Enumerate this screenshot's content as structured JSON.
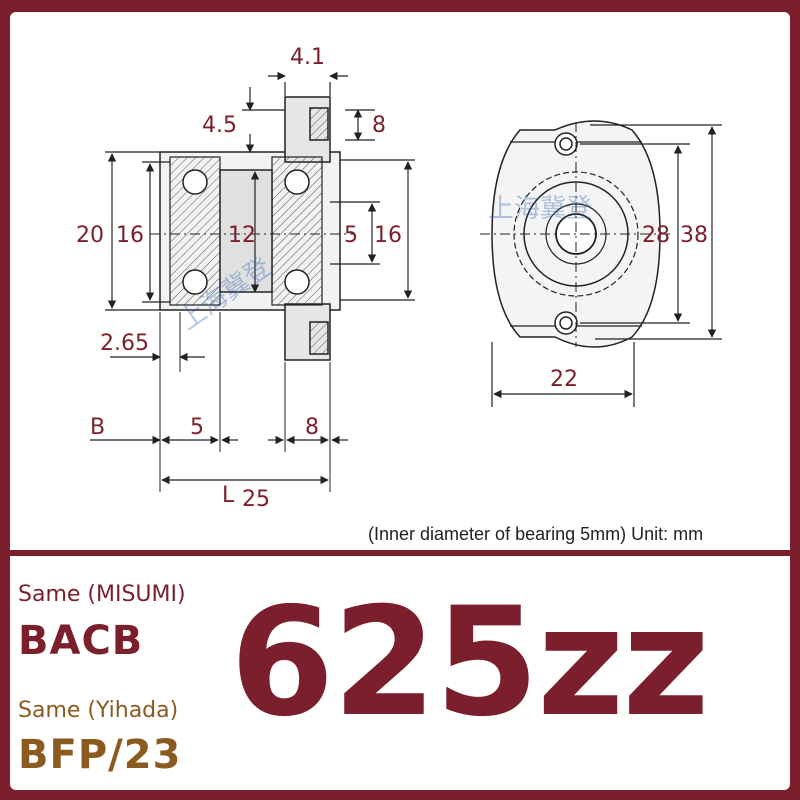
{
  "drawing": {
    "dims": {
      "flange_gap": "4.1",
      "step": "4.5",
      "flange_height": "8",
      "outer_height": "20",
      "bore_height": "16",
      "center_width": "12",
      "inner_diameter": "5",
      "right_height": "16",
      "offset": "2.65",
      "b_label": "B",
      "b_width": "5",
      "flange_width": "8",
      "l_label": "L",
      "l_length": "25",
      "pcd": "28",
      "overall_height": "38",
      "width": "22"
    },
    "watermark": "上海冀登"
  },
  "unit_note": "(Inner diameter of bearing 5mm) Unit: mm",
  "brands": [
    {
      "label": "Same (MISUMI)",
      "model": "BACB",
      "color": "#7a1f2b"
    },
    {
      "label": "Same (Yihada)",
      "model": "BFP/23",
      "color": "#8b5a1e"
    }
  ],
  "big_model": "625zz",
  "colors": {
    "accent": "#7a1f2b",
    "gold": "#8b5a1e",
    "line": "#222222"
  }
}
